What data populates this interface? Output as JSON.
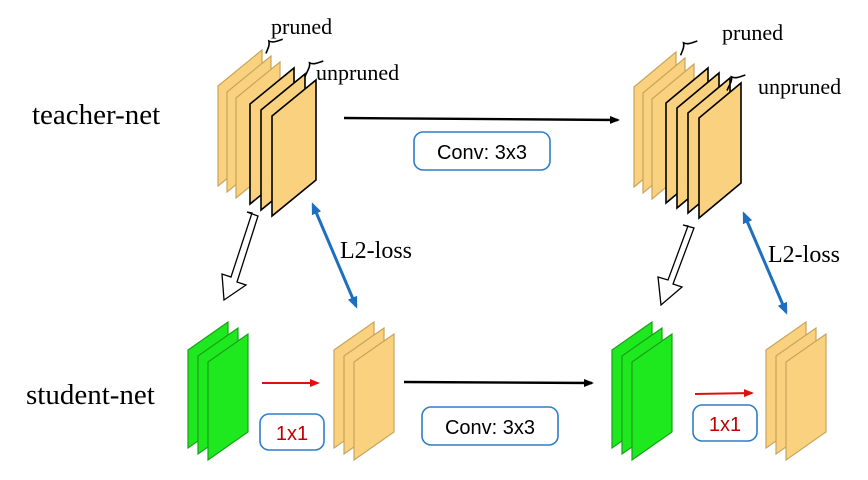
{
  "labels": {
    "teacher_net": "teacher-net",
    "student_net": "student-net",
    "pruned": "pruned",
    "unpruned": "unpruned",
    "l2_loss": "L2-loss",
    "conv3x3": "Conv: 3x3",
    "conv1x1": "1x1"
  },
  "colors": {
    "teacher_feature": "#FAD27F",
    "teacher_feature_stroke": "#C8A45A",
    "student_feature": "#1EE81E",
    "student_feature_stroke": "#19A019",
    "loss_arrow": "#1F6FC0",
    "conv1x1_arrow": "#E01010",
    "conv1x1_text": "#C00000",
    "box_border": "#2F7FC7",
    "main_arrow": "#000000"
  }
}
